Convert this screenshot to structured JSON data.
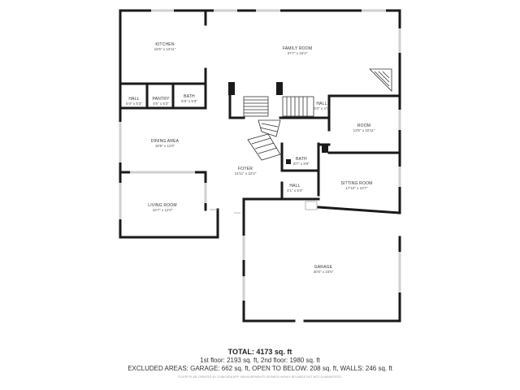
{
  "rooms": {
    "kitchen": {
      "name": "KITCHEN",
      "dim": "16'6\" x 13'11\""
    },
    "family_room": {
      "name": "FAMILY ROOM",
      "dim": "37'7\" x 16'4\""
    },
    "hall_left": {
      "name": "HALL",
      "dim": "5'4\" x 5'3\""
    },
    "pantry": {
      "name": "PANTRY",
      "dim": "4'6\" x 5'3\""
    },
    "bath_top": {
      "name": "BATH",
      "dim": "5'8\" x 5'3\""
    },
    "hall_center": {
      "name": "HALL",
      "dim": "5'0\" x 4'3\""
    },
    "room": {
      "name": "ROOM",
      "dim": "13'5\" x 10'11\""
    },
    "dining_area": {
      "name": "DINING AREA",
      "dim": "16'6\" x 11'0\""
    },
    "bath_mid": {
      "name": "BATH",
      "dim": "8'7\" x 9'9\""
    },
    "foyer": {
      "name": "FOYER",
      "dim": "14'11\" x 22'2\""
    },
    "sitting_room": {
      "name": "SITTING ROOM",
      "dim": "17'10\" x 10'7\""
    },
    "hall_small": {
      "name": "HALL",
      "dim": "4'1\" x 5'4\""
    },
    "living_room": {
      "name": "LIVING ROOM",
      "dim": "15'7\" x 12'0\""
    },
    "garage": {
      "name": "GARAGE",
      "dim": "30'0\" x 23'6\""
    }
  },
  "summary": {
    "total_label": "TOTAL: 4173 sq. ft",
    "floors": "1st floor: 2193 sq. ft, 2nd floor: 1980 sq. ft",
    "excluded": "EXCLUDED AREAS: GARAGE: 662 sq. ft, OPEN TO BELOW: 208 sq. ft, WALLS: 246 sq. ft",
    "fine_print": "FLOOR PLAN CREATED BY CUBICASA APP. MEASUREMENTS DEEMED HIGHLY RELIABLE BUT NOT GUARANTEED."
  },
  "colors": {
    "wall": "#1a1a1a",
    "window": "#cfcfcf",
    "paper": "#ffffff"
  }
}
